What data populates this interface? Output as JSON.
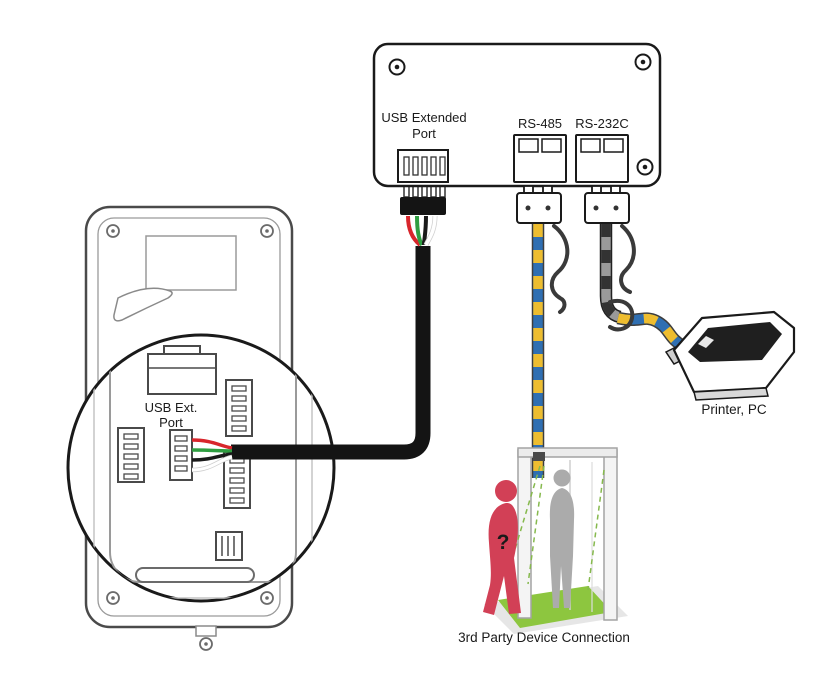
{
  "panel": {
    "usb_label_line1": "USB Extended",
    "usb_label_line2": "Port",
    "rs485_label": "RS-485",
    "rs232c_label": "RS-232C"
  },
  "device_zoom": {
    "usb_ext_line1": "USB Ext.",
    "usb_ext_line2": "Port"
  },
  "captions": {
    "printer_pc": "Printer, PC",
    "third_party_device": "3rd Party Device Connection"
  },
  "annotations": {
    "question_mark": "?"
  },
  "colors": {
    "outline": "#1a1a1a",
    "cable_black": "#141414",
    "wire_red": "#d8262c",
    "wire_green": "#2f9e41",
    "wire_black": "#1a1a1a",
    "wire_white": "#ffffff",
    "twist_yellow": "#eebd2f",
    "twist_blue": "#2f6fb2",
    "twist_gray": "#9a9a9a",
    "twist_dark": "#333333",
    "person_red": "#d24056",
    "person_gray": "#ababab",
    "floor_green": "#8dc63f",
    "question_yellow": "#f2c33c"
  }
}
